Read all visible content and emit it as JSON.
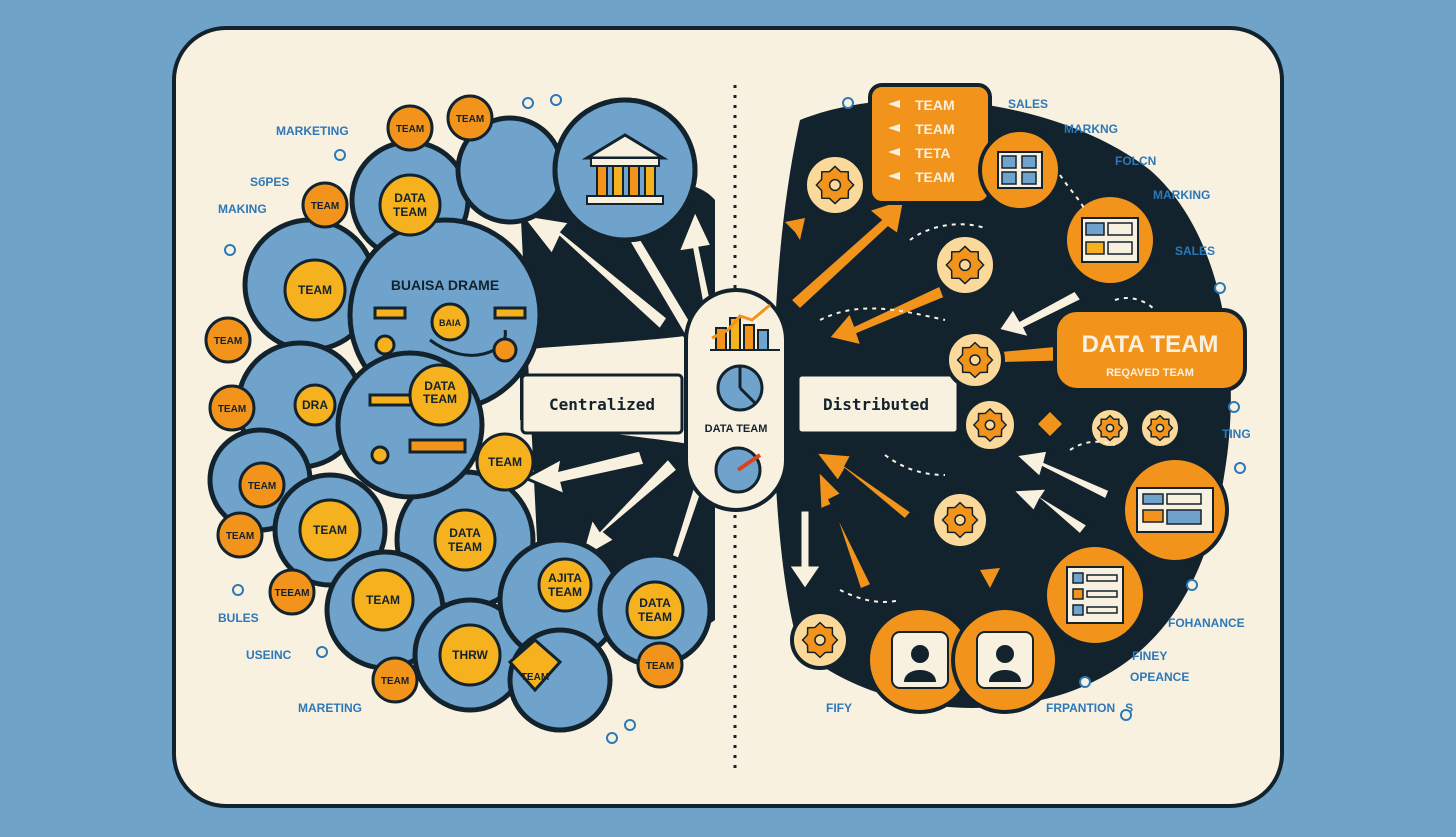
{
  "colors": {
    "background": "#6fa3c7",
    "card": "#f9f1e0",
    "blue": "#6fa3cc",
    "orange": "#f2941c",
    "yellow": "#f6b21e",
    "dark": "#13232e",
    "accent_blue": "#2c78b8"
  },
  "center": {
    "left_label": "Centralized",
    "right_label": "Distributed",
    "pill_caption": "DATA TEAM"
  },
  "left": {
    "side_labels": [
      "MARKETING",
      "SбPES",
      "MAKING",
      "BULES",
      "USEINC",
      "MARETING"
    ],
    "badges": [
      "TEAM",
      "TEAM",
      "TEAM",
      "TEAM",
      "TEAM",
      "TEAM",
      "TEEAM",
      "TEAM",
      "TEAM",
      "TEAM"
    ],
    "circles": [
      {
        "text": "DATA\nTEAM"
      },
      {
        "text": "TEAM"
      },
      {
        "text": "DRA"
      },
      {
        "text": "DATA\nTEAM"
      },
      {
        "text": "TEAM"
      },
      {
        "text": "DATA\nTEAM"
      },
      {
        "text": "AJITA\nTEAM"
      },
      {
        "text": "TEAM"
      },
      {
        "text": "THRW"
      },
      {
        "text": "DATA\nTEAM"
      },
      {
        "text": "DATA\nTEAM"
      },
      {
        "text": "TEAM"
      }
    ],
    "hub_title": "BUAISA DRAME",
    "hub_badge": "BAIA",
    "hub_inner_team": "DATA\nTEAM",
    "warning_badge": "TEAM"
  },
  "right": {
    "side_labels": [
      "SALES",
      "MARKNG",
      "FOLCN",
      "MARKING",
      "SALES",
      "TING",
      "FOHANANCE",
      "FINEY",
      "OPEANCE",
      "FRPANTION   S",
      "FIFY"
    ],
    "team_list": [
      "TEAM",
      "TEAM",
      "TETA",
      "TEAM"
    ],
    "data_team_title": "DATA TEAM",
    "data_team_subtitle": "REQAVED TEAM"
  }
}
